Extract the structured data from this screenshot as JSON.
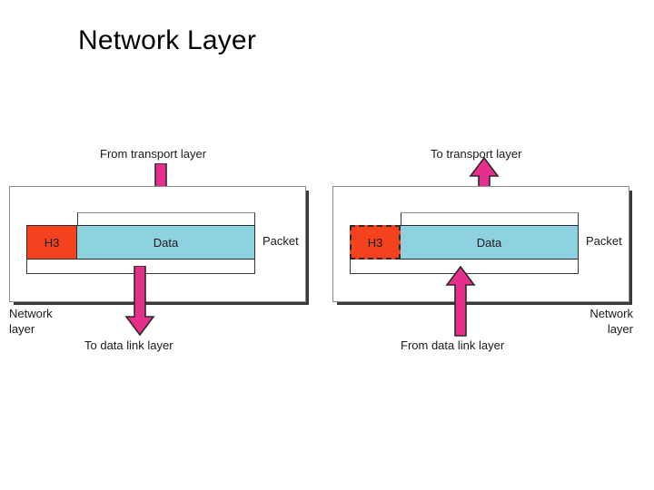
{
  "slide": {
    "title": "Network Layer"
  },
  "diagrams": {
    "left": {
      "name": "sending-side",
      "layer_label_line1": "Network",
      "layer_label_line2": "layer",
      "packet_label": "Packet",
      "header_block": "H3",
      "data_block": "Data",
      "header_style": "solid",
      "in_caption": "From transport layer",
      "in_direction": "down",
      "out_caption": "To data link layer",
      "out_direction": "down"
    },
    "right": {
      "name": "receiving-side",
      "layer_label_line1": "Network",
      "layer_label_line2": "layer",
      "packet_label": "Packet",
      "header_block": "H3",
      "data_block": "Data",
      "header_style": "dashed",
      "in_caption": "From data link layer",
      "in_direction": "up",
      "out_caption": "To transport layer",
      "out_direction": "up"
    }
  },
  "colors": {
    "header_fill": "#F4411E",
    "data_fill": "#8ED2E2",
    "arrow_fill": "#E62E8B",
    "arrow_stroke": "#2b2b2b",
    "box_stroke": "#8c8c8c",
    "text": "#1a1a1a",
    "background": "#ffffff"
  }
}
